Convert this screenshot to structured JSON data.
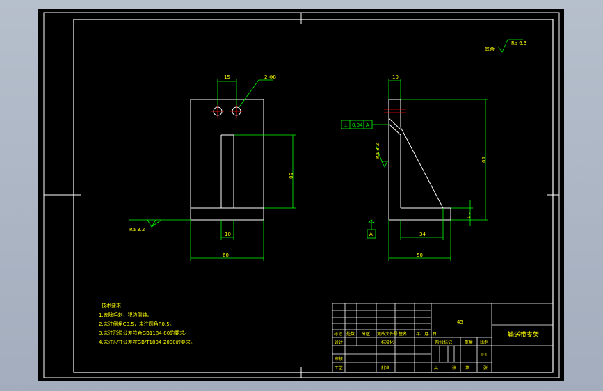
{
  "colors": {
    "background": "#000000",
    "outline": "#ffffff",
    "dimension": "#00ff00",
    "text": "#ffff00",
    "center_line": "#ff0000"
  },
  "front_view": {
    "dim_top": "15",
    "dim_holes": "2-Φ8",
    "dim_height": "50",
    "dim_slot": "10",
    "dim_width": "60",
    "roughness": "Ra 3.2"
  },
  "side_view": {
    "dim_top": "10",
    "dim_height": "60",
    "dim_base_thk": "10",
    "dim_inner": "34",
    "dim_total": "50",
    "tolerance_symbol": "⊥",
    "tolerance_value": "0.04",
    "tolerance_datum": "A",
    "datum_label": "A",
    "roughness": "Ra 3.2"
  },
  "surface_note": {
    "label": "其余",
    "value": "Ra 6.3"
  },
  "tech_requirements": {
    "title": "技术要求",
    "items": [
      "1.去除毛刺，锐边倒钝。",
      "2.未注倒角C0.5，未注圆角R0.5。",
      "3.未注形位公差符合GB1184-80的要求。",
      "4.未注尺寸公差按GB/T1804-2000的要求。"
    ]
  },
  "title_block": {
    "material": "45",
    "part_name": "输送带支架",
    "row_labels": [
      "标记",
      "处数",
      "分区",
      "更改文件号",
      "签名",
      "年、月、日"
    ],
    "designer": "设计",
    "standardize": "标准化",
    "stage_mark": "阶段标记",
    "weight": "重量",
    "scale_label": "比例",
    "scale_value": "1:1",
    "reviewer": "审核",
    "process": "工艺",
    "approve": "批准",
    "sheet_total": "共",
    "sheet_total_unit": "张",
    "sheet_no": "第",
    "sheet_no_unit": "张"
  }
}
